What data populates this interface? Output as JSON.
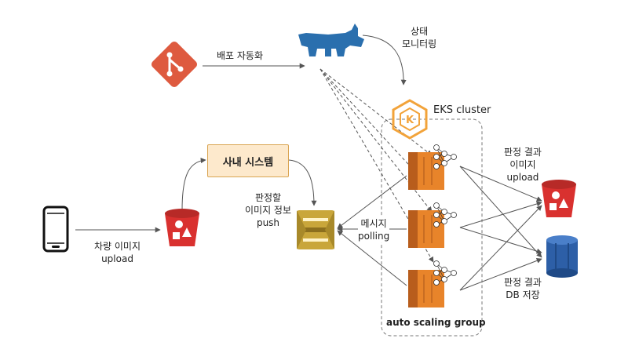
{
  "labels": {
    "deploy": "배포 자동화",
    "monitor": [
      "상태",
      "모니터링"
    ],
    "eks": "EKS cluster",
    "system": "사내 시스템",
    "judge_info": [
      "판정할",
      "이미지 정보",
      "push"
    ],
    "message_polling": [
      "메시지",
      "polling"
    ],
    "result_image": [
      "판정 결과",
      "이미지",
      "upload"
    ],
    "car_upload": [
      "차량 이미지",
      "upload"
    ],
    "result_db": [
      "판정 결과",
      "DB 저장"
    ],
    "asg": "auto scaling group"
  },
  "icons": {
    "git": "git-icon",
    "rancher": "rancher-icon",
    "kubernetes": "eks-kubernetes-icon",
    "phone": "smartphone-icon",
    "s3": "s3-bucket-icon",
    "sqs": "sqs-queue-icon",
    "ec2": "ec2-instance-icon",
    "neural_net": "neural-network-icon",
    "dynamodb": "dynamodb-icon"
  },
  "colors": {
    "git": "#de5a3f",
    "rancher": "#2a6fae",
    "eks": "#f2a33a",
    "ec2": "#e8842a",
    "s3": "#d9312f",
    "sqs": "#c9a63a",
    "dynamodb": "#2d5fa7",
    "system_fill": "#fde9cc",
    "system_border": "#d9a451"
  }
}
